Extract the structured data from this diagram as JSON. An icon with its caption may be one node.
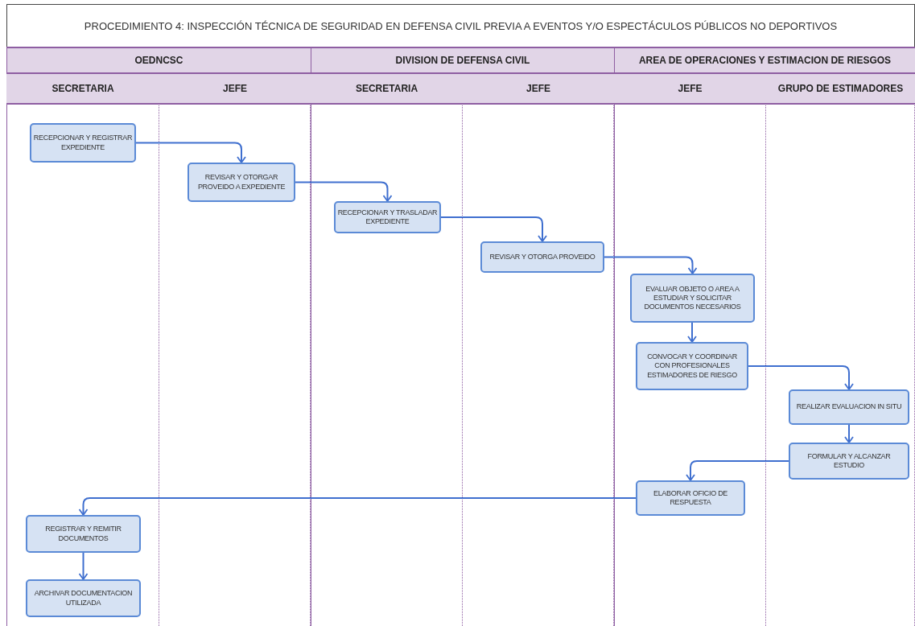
{
  "diagram": {
    "title": "PROCEDIMIENTO 4: INSPECCIÓN TÉCNICA DE SEGURIDAD EN DEFENSA CIVIL PREVIA A EVENTOS Y/O ESPECTÁCULOS PÚBLICOS NO DEPORTIVOS",
    "nodes": [
      {
        "text": [
          "OEDNCSC"
        ]
      },
      {
        "text": [
          "SECRETARIA"
        ],
        "in": 0
      },
      {
        "text": [
          "JEFE"
        ],
        "in": 0
      },
      {
        "text": [
          "DIVISION DE DEFENSA CIVIL"
        ]
      },
      {
        "text": [
          "SECRETARIA"
        ],
        "in": 3
      },
      {
        "text": [
          "JEFE"
        ],
        "in": 3
      },
      {
        "text": [
          "AREA DE OPERACIONES Y ESTIMACION DE RIESGOS"
        ]
      },
      {
        "text": [
          "JEFE"
        ],
        "in": 6
      },
      {
        "text": [
          "GRUPO DE ESTIMADORES"
        ],
        "in": 6
      },
      {
        "text": [
          "RECEPCIONAR Y REGISTRAR EXPEDIENTE"
        ],
        "in": 1
      },
      {
        "text": [
          "REVISAR Y OTORGAR PROVEIDO A EXPEDIENTE"
        ],
        "in": 2
      },
      {
        "text": [
          "RECEPCIONAR Y TRASLADAR EXPEDIENTE"
        ],
        "in": 4
      },
      {
        "text": [
          "REVISAR Y OTORGA PROVEIDO"
        ],
        "in": 5
      },
      {
        "text": [
          "EVALUAR OBJETO O AREA A ESTUDIAR Y SOLICITAR DOCUMENTOS NECESARIOS"
        ],
        "in": 7
      },
      {
        "text": [
          "CONVOCAR Y COORDINAR CON PROFESIONALES ESTIMADORES DE RIESGO"
        ],
        "in": 7
      },
      {
        "text": [
          "REALIZAR EVALUACION IN SITU"
        ],
        "in": 8
      },
      {
        "text": [
          "FORMULAR Y ALCANZAR ESTUDIO"
        ],
        "in": 8
      },
      {
        "text": [
          "ELABORAR OFICIO DE RESPUESTA"
        ],
        "in": 7
      },
      {
        "text": [
          "REGISTRAR Y REMITIR DOCUMENTOS"
        ],
        "in": 1
      },
      {
        "text": [
          "ARCHIVAR DOCUMENTACION UTILIZADA"
        ],
        "in": 1
      }
    ],
    "edges": [
      {
        "from": 9,
        "to": 10,
        "arrow": "to"
      },
      {
        "from": 10,
        "to": 11,
        "arrow": "to"
      },
      {
        "from": 11,
        "to": 12,
        "arrow": "to"
      },
      {
        "from": 12,
        "to": 13,
        "arrow": "to"
      },
      {
        "from": 13,
        "to": 14,
        "arrow": "to"
      },
      {
        "from": 14,
        "to": 15,
        "arrow": "to"
      },
      {
        "from": 15,
        "to": 16,
        "arrow": "to"
      },
      {
        "from": 16,
        "to": 17,
        "arrow": "to"
      },
      {
        "from": 17,
        "to": 18,
        "arrow": "to"
      },
      {
        "from": 18,
        "to": 19,
        "arrow": "to"
      }
    ]
  }
}
